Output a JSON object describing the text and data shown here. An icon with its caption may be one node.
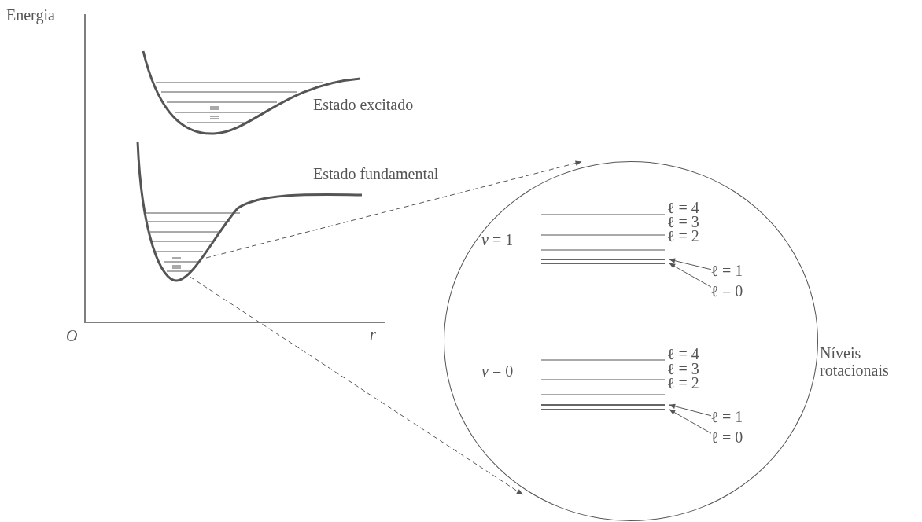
{
  "diagram": {
    "nodes": [
      {
        "text": [],
        "shape": "bar"
      },
      {
        "text": [],
        "shape": "circle"
      },
      {
        "text": [
          "ℓ = 1"
        ],
        "in": 1
      },
      {
        "text": [
          "ℓ = 0"
        ],
        "in": 1
      },
      {
        "text": [
          "ℓ = 1"
        ],
        "in": 1
      },
      {
        "text": [
          "ℓ = 0"
        ],
        "in": 1
      },
      {
        "text": [],
        "shape": "bar",
        "in": 1
      },
      {
        "text": [],
        "shape": "bar",
        "in": 1
      },
      {
        "text": [],
        "shape": "bar",
        "in": 1
      },
      {
        "text": [],
        "shape": "bar",
        "in": 1
      }
    ],
    "edges": [
      {
        "from": 0,
        "to": 1,
        "arrow": "to",
        "style": "dashed"
      },
      {
        "from": 0,
        "to": 1,
        "arrow": "to",
        "style": "dashed"
      },
      {
        "from": 2,
        "to": 6,
        "arrow": "to"
      },
      {
        "from": 3,
        "to": 7,
        "arrow": "to"
      },
      {
        "from": 4,
        "to": 8,
        "arrow": "to"
      },
      {
        "from": 5,
        "to": 9,
        "arrow": "to"
      }
    ],
    "labels": [
      "Energia",
      "Estado excitado",
      "Estado fundamental",
      "O",
      "r",
      "*v* = 1",
      "ℓ = 4",
      "ℓ = 3",
      "ℓ = 2",
      "*v* = 0",
      "ℓ = 4",
      "ℓ = 3",
      "ℓ = 2",
      "Níveis rotacionais"
    ]
  }
}
